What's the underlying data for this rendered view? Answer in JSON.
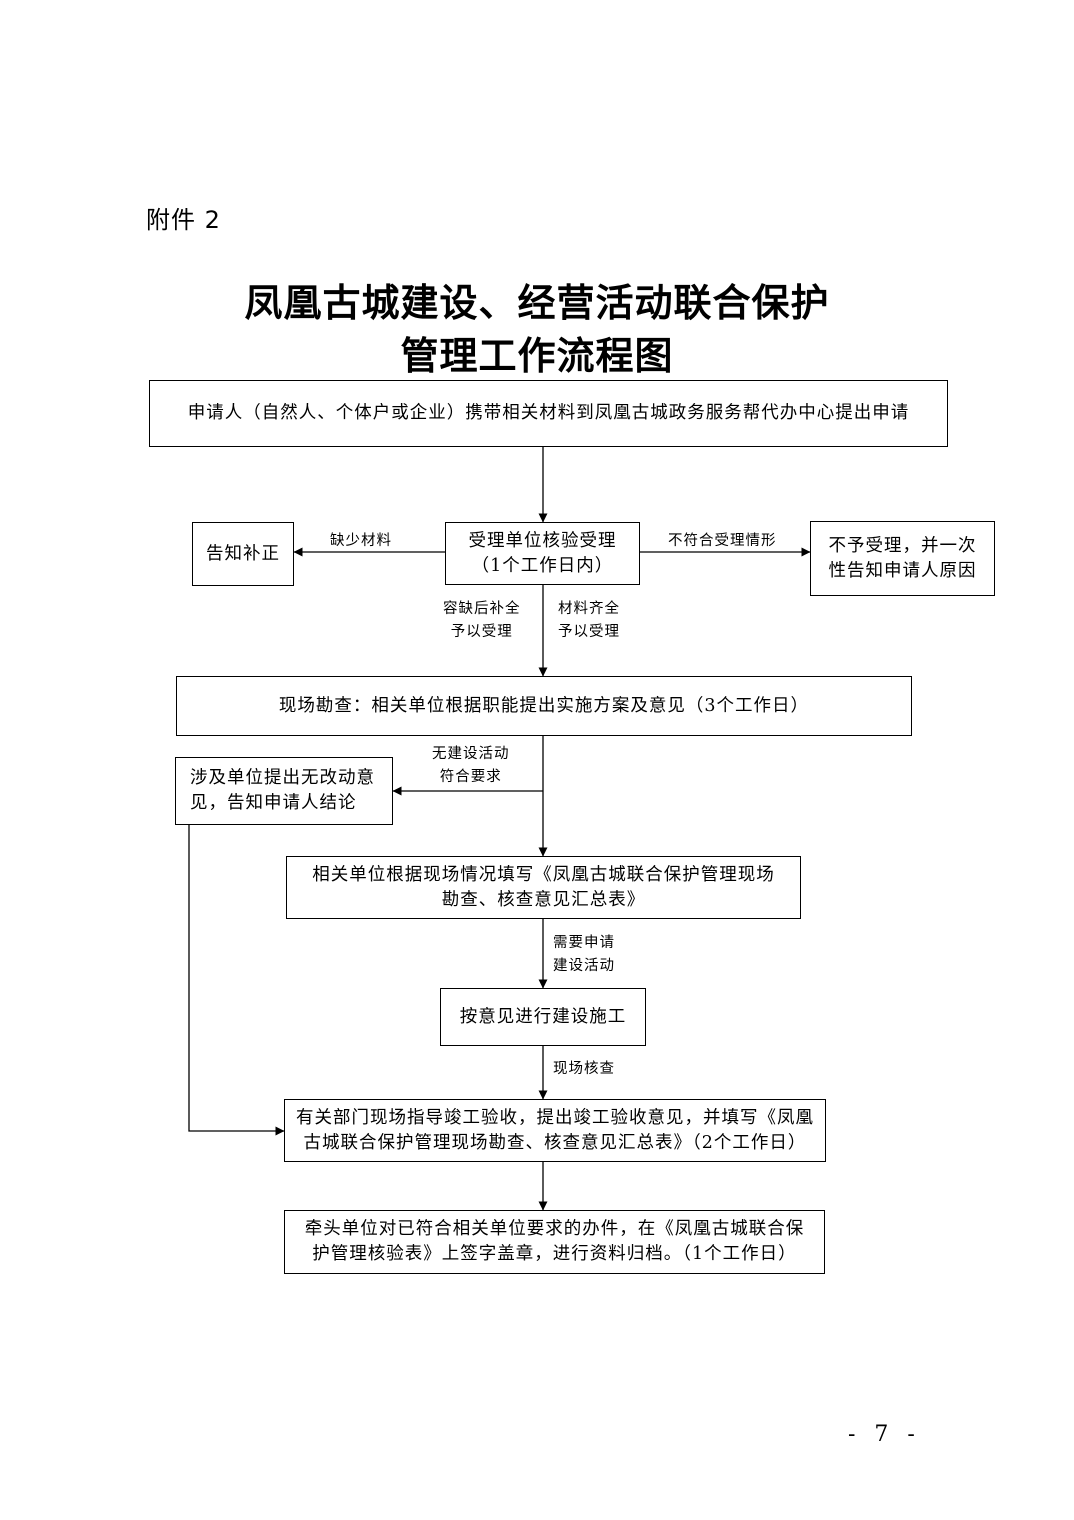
{
  "header": {
    "attachment": "附件 2",
    "title_line1": "凤凰古城建设、经营活动联合保护",
    "title_line2": "管理工作流程图"
  },
  "nodes": {
    "apply": "申请人（自然人、个体户或企业）携带相关材料到凤凰古城政务服务帮代办中心提出申请",
    "notify_fix": "告知补正",
    "accept_line1": "受理单位核验受理",
    "accept_line2": "（1个工作日内）",
    "reject_line1": "不予受理，并一次",
    "reject_line2": "性告知申请人原因",
    "survey": "现场勘查：相关单位根据职能提出实施方案及意见（3个工作日）",
    "no_change_line1": "涉及单位提出无改动意",
    "no_change_line2": "见，告知申请人结论",
    "fill_form_line1": "相关单位根据现场情况填写《凤凰古城联合保护管理现场",
    "fill_form_line2": "勘查、核查意见汇总表》",
    "construct": "按意见进行建设施工",
    "completion_line1": "有关部门现场指导竣工验收，提出竣工验收意见，并填写《凤凰",
    "completion_line2": "古城联合保护管理现场勘查、核查意见汇总表》（2个工作日）",
    "archive_line1": "牵头单位对已符合相关单位要求的办件，在《凤凰古城联合保",
    "archive_line2": "护管理核验表》上签字盖章，进行资料归档。（1个工作日）"
  },
  "edge_labels": {
    "missing_material": "缺少材料",
    "not_eligible": "不符合受理情形",
    "accept_after_fix_line1": "容缺后补全",
    "accept_after_fix_line2": "予以受理",
    "complete_material_line1": "材料齐全",
    "complete_material_line2": "予以受理",
    "no_construction_line1": "无建设活动",
    "no_construction_line2": "符合要求",
    "need_apply_line1": "需要申请",
    "need_apply_line2": "建设活动",
    "site_check": "现场核查"
  },
  "footer": {
    "page_number": "- 7 -"
  }
}
